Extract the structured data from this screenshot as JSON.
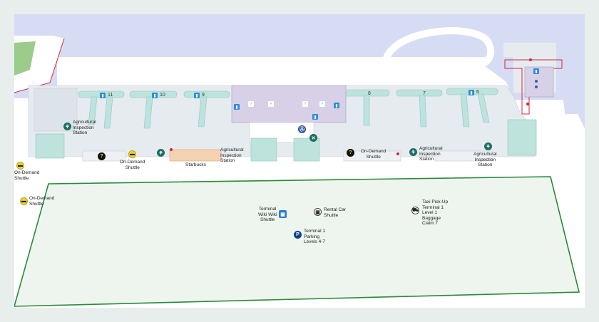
{
  "map": {
    "colors": {
      "water": "#d6dcf4",
      "land": "#ffffff",
      "terminal": "#e6ebef",
      "gate_bridge": "#bde3dc",
      "parking_fill": "#eef5ee",
      "parking_border": "#2a8a3a",
      "restricted_border": "#d0283a",
      "food_court": "#f5d2b2",
      "restroom_area": "#d8d0e6"
    },
    "gates": [
      {
        "number": "11"
      },
      {
        "number": "10"
      },
      {
        "number": "9"
      },
      {
        "number": "8"
      },
      {
        "number": "7"
      },
      {
        "number": "6"
      }
    ],
    "labels": {
      "agri_1": "Agricultural\nInspection\nStation",
      "agri_2": "Agricultural\nInspection\nStation",
      "agri_3": "Agricultural\nInspection\nStation",
      "agri_4": "Agricultural\nInspection\nStation",
      "shuttle_1": "On-Demand\nShuttle",
      "shuttle_2": "On-Demand\nShuttle",
      "shuttle_3": "On-Demand\nShuttle",
      "shuttle_4": "On-Demand\nShuttle",
      "starbucks": "Starbucks",
      "wiki_wiki": "Terminal\nWiki Wiki\nShuttle",
      "rental_car": "Rental Car\nShuttle",
      "taxi": "Taxi Pick-Up\nTerminal 1\nLevel 1\nBaggage\nClaim 7",
      "parking": "Terminal 1\nParking\nLevels 4-7"
    },
    "icons": {
      "agri": "agricultural-inspection-icon",
      "shuttle": "shuttle-icon",
      "info": "information-icon",
      "restroom": "restroom-icon",
      "parking": "parking-icon",
      "taxi": "taxi-icon",
      "bus": "bus-icon",
      "dining": "dining-icon"
    },
    "glyphs": {
      "info": "?",
      "parking": "P",
      "taxi": "⛟",
      "bus": "▣",
      "agri": "⚘",
      "shuttle": "▬",
      "dining": "✕"
    }
  }
}
